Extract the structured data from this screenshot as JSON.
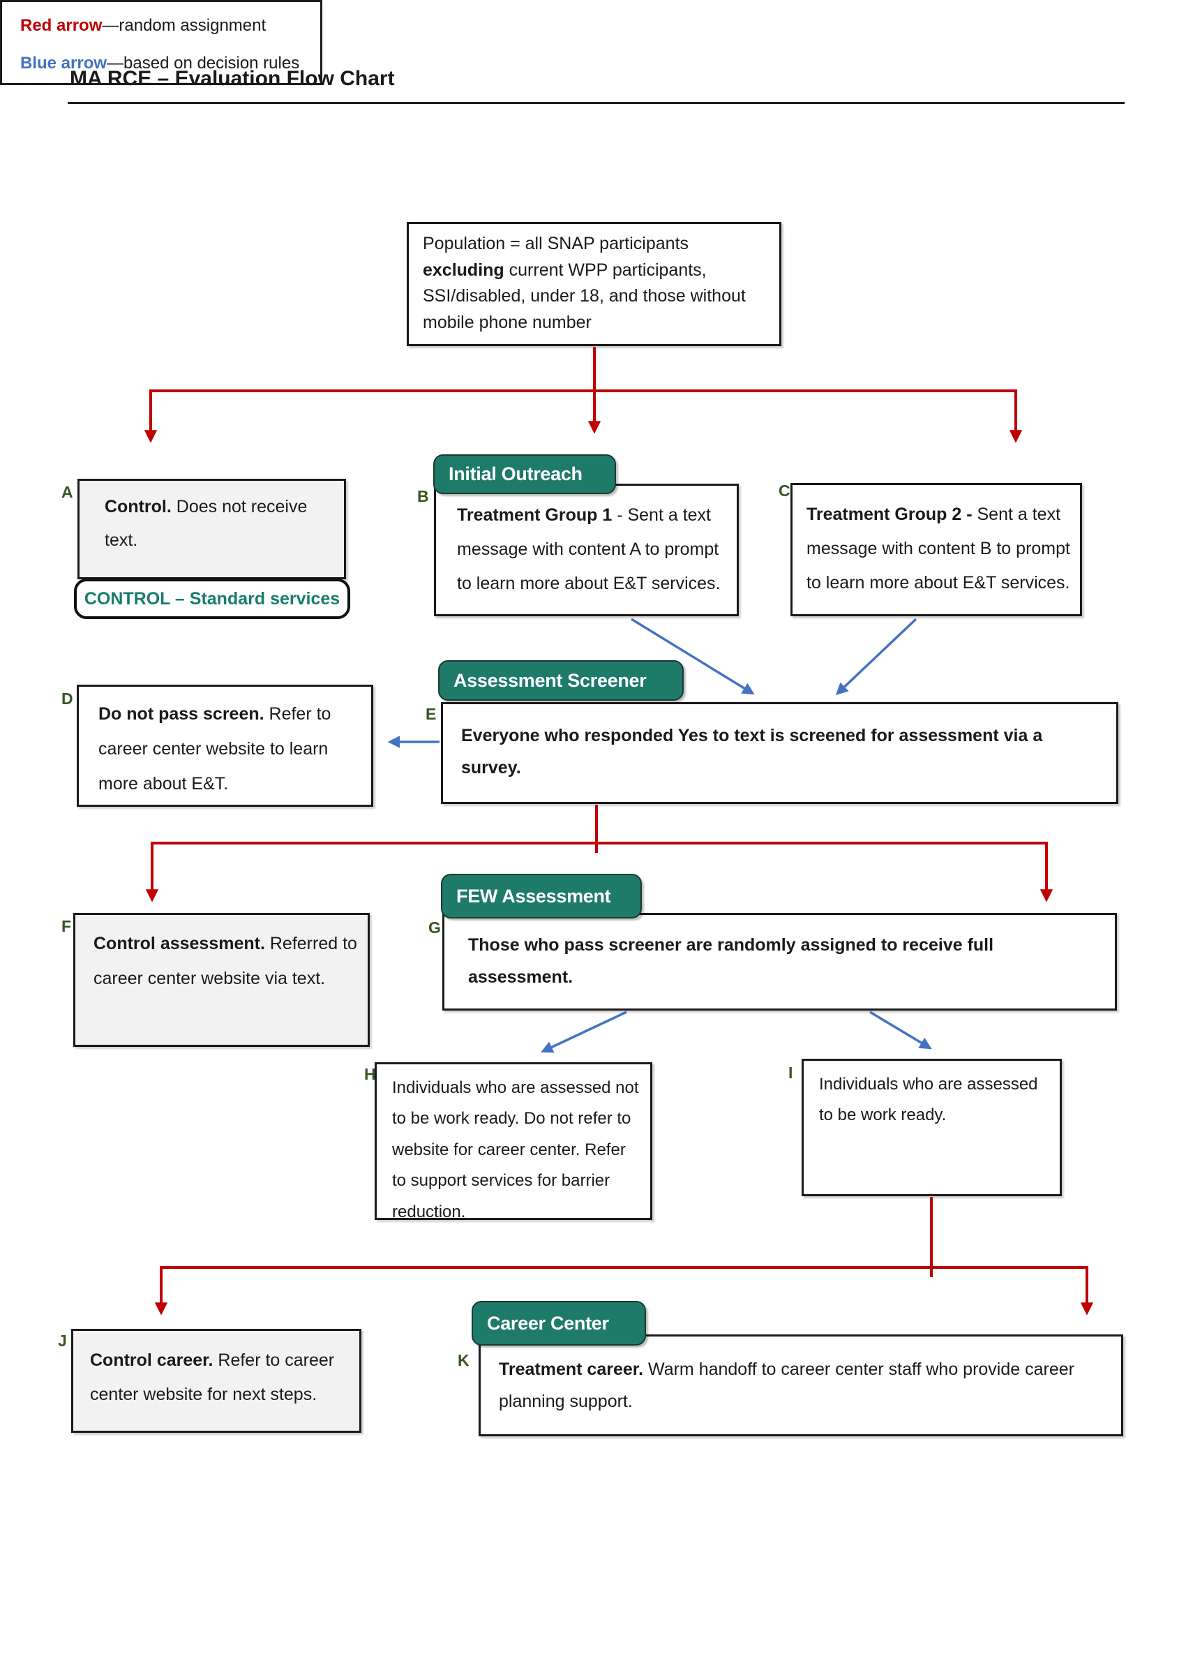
{
  "page": {
    "title": "MA RCE – Evaluation Flow Chart"
  },
  "legend": {
    "red_label": "Red arrow",
    "red_desc": "—random assignment",
    "blue_label": "Blue arrow",
    "blue_desc": "—based on decision rules"
  },
  "population": {
    "prefix": "Population = all SNAP participants ",
    "bold": "excluding",
    "suffix": " current WPP participants, SSI/disabled, under 18, and those without mobile phone number"
  },
  "headers": {
    "initial_outreach": "Initial Outreach",
    "assessment_screener": "Assessment Screener",
    "few_assessment": "FEW Assessment",
    "career_center": "Career Center"
  },
  "control_pill": "CONTROL – Standard services",
  "nodes": {
    "A": {
      "label": "A",
      "bold": "Control.",
      "text": " Does not receive text."
    },
    "B": {
      "label": "B",
      "bold": "Treatment Group 1",
      "text": " - Sent a text message with content A to prompt to learn more about E&T services."
    },
    "C": {
      "label": "C",
      "bold": "Treatment Group 2 -",
      "text": " Sent a text message with content B to prompt to learn more about E&T services."
    },
    "D": {
      "label": "D",
      "bold": "Do not pass screen.",
      "text": " Refer to career center website to learn more about E&T."
    },
    "E": {
      "label": "E",
      "bold": "Everyone who responded Yes to text is screened for assessment via a survey.",
      "text": ""
    },
    "F": {
      "label": "F",
      "bold": "Control assessment.",
      "text": " Referred to career center website via text."
    },
    "G": {
      "label": "G",
      "bold": "Those who pass screener are randomly assigned to receive full assessment.",
      "text": ""
    },
    "H": {
      "label": "H",
      "bold": "",
      "text": "Individuals who are assessed not to be work ready. Do not refer to website for career center. Refer to support services for barrier reduction."
    },
    "I": {
      "label": "I",
      "bold": "",
      "text": "Individuals who are assessed to be work ready."
    },
    "J": {
      "label": "J",
      "bold": "Control career.",
      "text": " Refer to career center website for next steps."
    },
    "K": {
      "label": "K",
      "bold": "Treatment career.",
      "text": " Warm handoff to career center staff who provide career planning support."
    }
  },
  "colors": {
    "random_assignment_arrow": "#c00000",
    "decision_rule_arrow": "#4472c4",
    "header_teal": "#1e7a69",
    "control_pill_text": "#177e6d",
    "node_label_green": "#375623",
    "gray_fill": "#f2f2f2"
  }
}
